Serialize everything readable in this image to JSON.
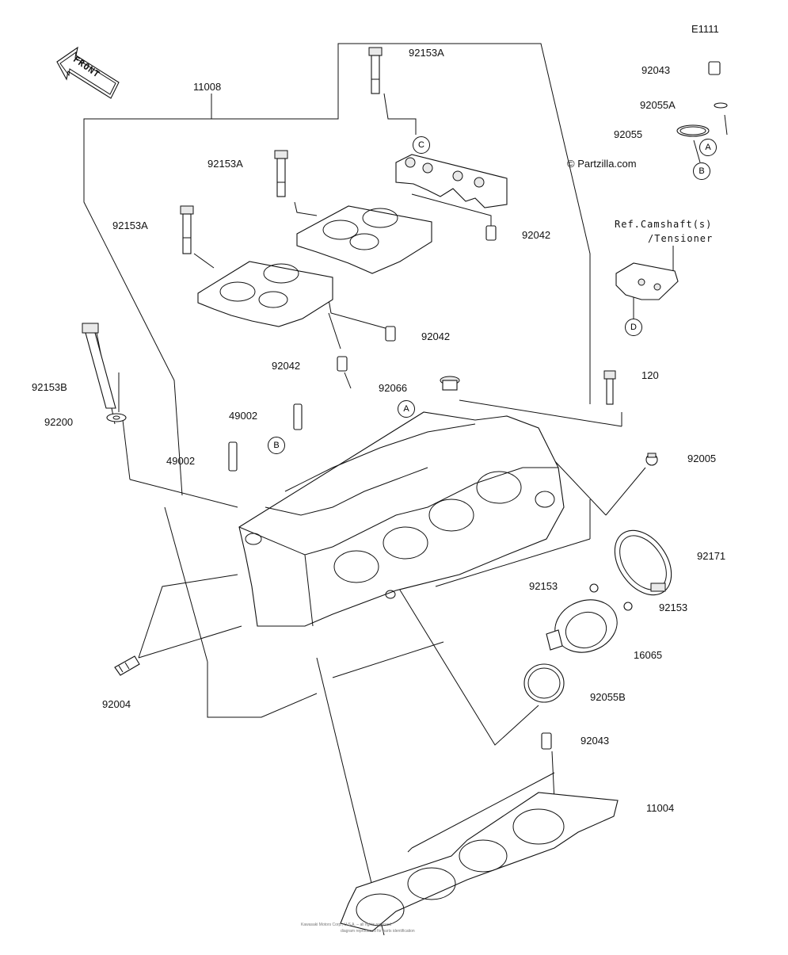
{
  "diagram_code": "E1111",
  "watermark": "© Partzilla.com",
  "front_arrow_text": "FRONT",
  "reference_note": {
    "line1": "Ref.Camshaft(s)",
    "line2": "/Tensioner"
  },
  "part_labels": {
    "p11008": "11008",
    "p92153A_top": "92153A",
    "p92153A_mid": "92153A",
    "p92153A_left": "92153A",
    "p92042_top": "92042",
    "p92042_mid": "92042",
    "p92042_low": "92042",
    "p92153B": "92153B",
    "p92200": "92200",
    "p49002_a": "49002",
    "p49002_b": "49002",
    "p92066": "92066",
    "p120": "120",
    "p92005": "92005",
    "p92171": "92171",
    "p92153_a": "92153",
    "p92153_b": "92153",
    "p16065": "16065",
    "p92055B": "92055B",
    "p92043_bottom": "92043",
    "p11004": "11004",
    "p92004": "92004",
    "p92043_top": "92043",
    "p92055A": "92055A",
    "p92055": "92055"
  },
  "callouts": {
    "A1": "A",
    "A2": "A",
    "B1": "B",
    "B2": "B",
    "C1": "C",
    "D1": "D"
  },
  "footer_text": {
    "line1": "Kawasaki Motors Corp., U.S.A. – all rights reserved",
    "line2": "diagram reproduced for parts identification"
  }
}
